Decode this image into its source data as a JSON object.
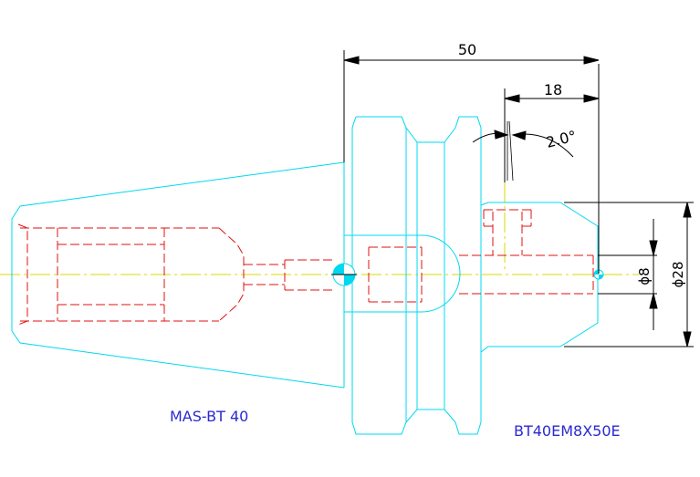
{
  "dimensions": {
    "overall_length": "50",
    "nose_length": "18",
    "taper_angle": "2.0°",
    "bore_diameter": "ϕ8",
    "nose_diameter": "ϕ28"
  },
  "labels": {
    "shank_standard": "MAS-BT 40",
    "part_number": "BT40EM8X50E"
  },
  "colors": {
    "outline": "#00d8f0",
    "hidden_lines": "#e01010",
    "center_line": "#d8d800",
    "dimension": "#000000",
    "label_text": "#2a2ad0"
  }
}
